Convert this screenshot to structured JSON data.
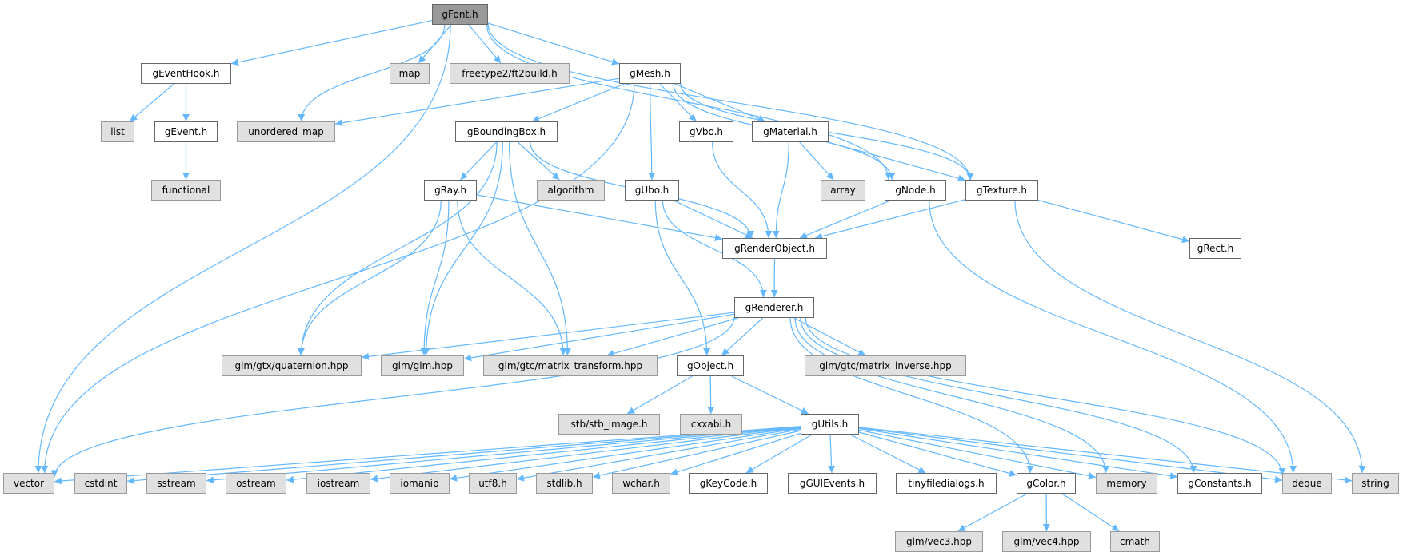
{
  "colors": {
    "edge": "#63b8ff",
    "root_fill": "#999999",
    "system_fill": "#e0e0e0",
    "project_fill": "#ffffff"
  },
  "nodes": {
    "gFont": {
      "label": "gFont.h",
      "kind": "root"
    },
    "gEventHook": {
      "label": "gEventHook.h",
      "kind": "project"
    },
    "map": {
      "label": "map",
      "kind": "system"
    },
    "freetype": {
      "label": "freetype2/ft2build.h",
      "kind": "system"
    },
    "gMesh": {
      "label": "gMesh.h",
      "kind": "project"
    },
    "list": {
      "label": "list",
      "kind": "system"
    },
    "gEvent": {
      "label": "gEvent.h",
      "kind": "project"
    },
    "unordered_map": {
      "label": "unordered_map",
      "kind": "system"
    },
    "gBoundingBox": {
      "label": "gBoundingBox.h",
      "kind": "project"
    },
    "gVbo": {
      "label": "gVbo.h",
      "kind": "project"
    },
    "gMaterial": {
      "label": "gMaterial.h",
      "kind": "project"
    },
    "functional": {
      "label": "functional",
      "kind": "system"
    },
    "gRay": {
      "label": "gRay.h",
      "kind": "project"
    },
    "algorithm": {
      "label": "algorithm",
      "kind": "system"
    },
    "gUbo": {
      "label": "gUbo.h",
      "kind": "project"
    },
    "array": {
      "label": "array",
      "kind": "system"
    },
    "gNode": {
      "label": "gNode.h",
      "kind": "project"
    },
    "gTexture": {
      "label": "gTexture.h",
      "kind": "project"
    },
    "gRenderObject": {
      "label": "gRenderObject.h",
      "kind": "project"
    },
    "gRect": {
      "label": "gRect.h",
      "kind": "project"
    },
    "gRenderer": {
      "label": "gRenderer.h",
      "kind": "project"
    },
    "quaternion": {
      "label": "glm/gtx/quaternion.hpp",
      "kind": "system"
    },
    "glm": {
      "label": "glm/glm.hpp",
      "kind": "system"
    },
    "matrix_transform": {
      "label": "glm/gtc/matrix_transform.hpp",
      "kind": "system"
    },
    "gObject": {
      "label": "gObject.h",
      "kind": "project"
    },
    "matrix_inverse": {
      "label": "glm/gtc/matrix_inverse.hpp",
      "kind": "system"
    },
    "stb_image": {
      "label": "stb/stb_image.h",
      "kind": "system"
    },
    "cxxabi": {
      "label": "cxxabi.h",
      "kind": "system"
    },
    "gUtils": {
      "label": "gUtils.h",
      "kind": "project"
    },
    "vector": {
      "label": "vector",
      "kind": "system"
    },
    "cstdint": {
      "label": "cstdint",
      "kind": "system"
    },
    "sstream": {
      "label": "sstream",
      "kind": "system"
    },
    "ostream": {
      "label": "ostream",
      "kind": "system"
    },
    "iostream": {
      "label": "iostream",
      "kind": "system"
    },
    "iomanip": {
      "label": "iomanip",
      "kind": "system"
    },
    "utf8": {
      "label": "utf8.h",
      "kind": "system"
    },
    "stdlib": {
      "label": "stdlib.h",
      "kind": "system"
    },
    "wchar": {
      "label": "wchar.h",
      "kind": "system"
    },
    "gKeyCode": {
      "label": "gKeyCode.h",
      "kind": "project"
    },
    "gGUIEvents": {
      "label": "gGUIEvents.h",
      "kind": "project"
    },
    "tinyfiledialogs": {
      "label": "tinyfiledialogs.h",
      "kind": "project"
    },
    "gColor": {
      "label": "gColor.h",
      "kind": "project"
    },
    "memory": {
      "label": "memory",
      "kind": "system"
    },
    "gConstants": {
      "label": "gConstants.h",
      "kind": "project"
    },
    "deque": {
      "label": "deque",
      "kind": "system"
    },
    "string": {
      "label": "string",
      "kind": "system"
    },
    "vec3": {
      "label": "glm/vec3.hpp",
      "kind": "system"
    },
    "vec4": {
      "label": "glm/vec4.hpp",
      "kind": "system"
    },
    "cmath": {
      "label": "cmath",
      "kind": "system"
    }
  },
  "edges": [
    [
      "gFont",
      "vector"
    ],
    [
      "gFont",
      "gEventHook"
    ],
    [
      "gFont",
      "unordered_map"
    ],
    [
      "gFont",
      "map"
    ],
    [
      "gFont",
      "freetype"
    ],
    [
      "gFont",
      "gMesh"
    ],
    [
      "gFont",
      "gNode"
    ],
    [
      "gFont",
      "gTexture"
    ],
    [
      "gEventHook",
      "list"
    ],
    [
      "gEventHook",
      "gEvent"
    ],
    [
      "gEvent",
      "functional"
    ],
    [
      "gMesh",
      "unordered_map"
    ],
    [
      "gMesh",
      "vector"
    ],
    [
      "gMesh",
      "gBoundingBox"
    ],
    [
      "gMesh",
      "gUbo"
    ],
    [
      "gMesh",
      "gVbo"
    ],
    [
      "gMesh",
      "gMaterial"
    ],
    [
      "gMesh",
      "gNode"
    ],
    [
      "gMesh",
      "gTexture"
    ],
    [
      "gBoundingBox",
      "quaternion"
    ],
    [
      "gBoundingBox",
      "glm"
    ],
    [
      "gBoundingBox",
      "gRay"
    ],
    [
      "gBoundingBox",
      "algorithm"
    ],
    [
      "gBoundingBox",
      "matrix_transform"
    ],
    [
      "gBoundingBox",
      "gRenderObject"
    ],
    [
      "gRay",
      "quaternion"
    ],
    [
      "gRay",
      "glm"
    ],
    [
      "gRay",
      "matrix_transform"
    ],
    [
      "gRay",
      "gRenderObject"
    ],
    [
      "gUbo",
      "gRenderObject"
    ],
    [
      "gUbo",
      "gRenderer"
    ],
    [
      "gUbo",
      "gObject"
    ],
    [
      "gVbo",
      "gRenderObject"
    ],
    [
      "gMaterial",
      "gRenderObject"
    ],
    [
      "gMaterial",
      "array"
    ],
    [
      "gMaterial",
      "gTexture"
    ],
    [
      "gNode",
      "gRenderObject"
    ],
    [
      "gNode",
      "deque"
    ],
    [
      "gTexture",
      "gRenderObject"
    ],
    [
      "gTexture",
      "gRect"
    ],
    [
      "gTexture",
      "string"
    ],
    [
      "gRenderObject",
      "gRenderer"
    ],
    [
      "gRenderer",
      "quaternion"
    ],
    [
      "gRenderer",
      "glm"
    ],
    [
      "gRenderer",
      "matrix_transform"
    ],
    [
      "gRenderer",
      "gObject"
    ],
    [
      "gRenderer",
      "matrix_inverse"
    ],
    [
      "gRenderer",
      "vector"
    ],
    [
      "gRenderer",
      "gColor"
    ],
    [
      "gRenderer",
      "memory"
    ],
    [
      "gRenderer",
      "gConstants"
    ],
    [
      "gRenderer",
      "deque"
    ],
    [
      "gObject",
      "stb_image"
    ],
    [
      "gObject",
      "cxxabi"
    ],
    [
      "gObject",
      "gUtils"
    ],
    [
      "gUtils",
      "vector"
    ],
    [
      "gUtils",
      "cstdint"
    ],
    [
      "gUtils",
      "sstream"
    ],
    [
      "gUtils",
      "ostream"
    ],
    [
      "gUtils",
      "iostream"
    ],
    [
      "gUtils",
      "iomanip"
    ],
    [
      "gUtils",
      "utf8"
    ],
    [
      "gUtils",
      "stdlib"
    ],
    [
      "gUtils",
      "wchar"
    ],
    [
      "gUtils",
      "gKeyCode"
    ],
    [
      "gUtils",
      "gGUIEvents"
    ],
    [
      "gUtils",
      "tinyfiledialogs"
    ],
    [
      "gUtils",
      "gColor"
    ],
    [
      "gUtils",
      "memory"
    ],
    [
      "gUtils",
      "gConstants"
    ],
    [
      "gUtils",
      "deque"
    ],
    [
      "gUtils",
      "string"
    ],
    [
      "gColor",
      "vec3"
    ],
    [
      "gColor",
      "vec4"
    ],
    [
      "gColor",
      "cmath"
    ]
  ]
}
